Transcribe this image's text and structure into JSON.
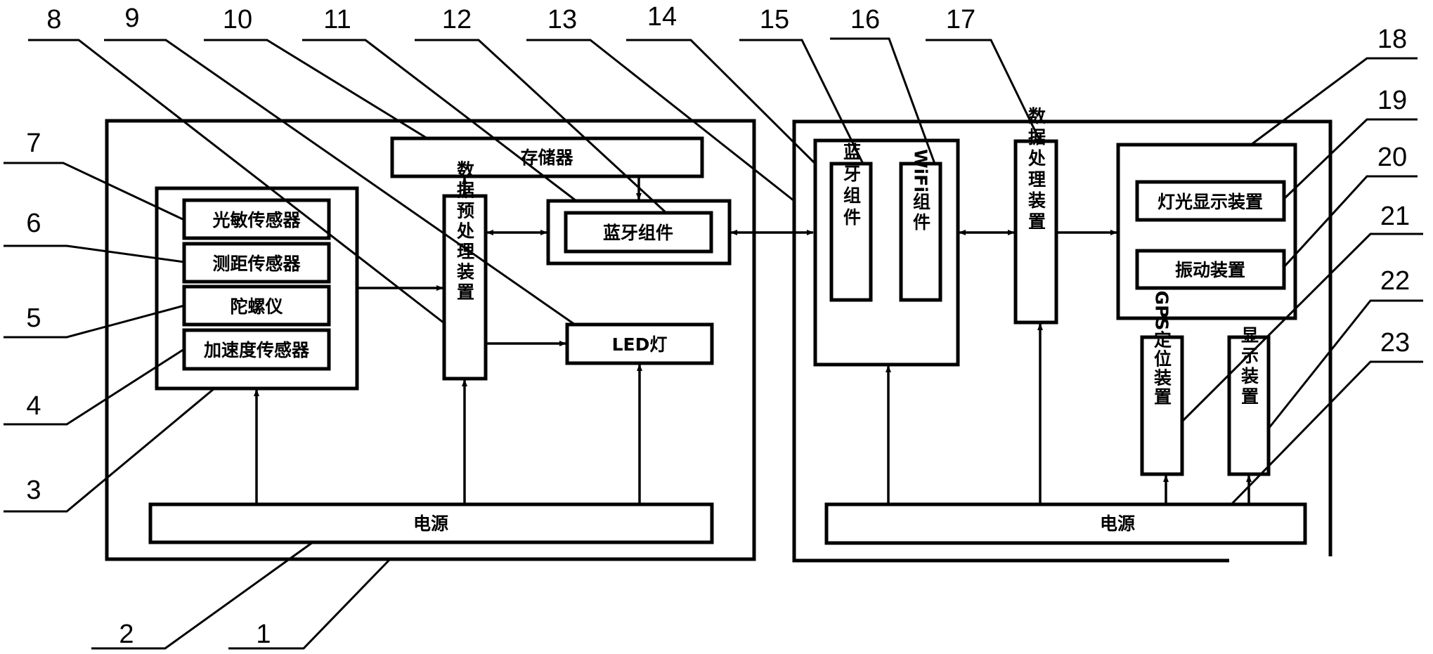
{
  "diagram": {
    "left_unit": {
      "storage": "存储器",
      "preprocessor": "数据预处理装置",
      "bluetooth": "蓝牙组件",
      "led": "LED灯",
      "power": "电源",
      "sensors": [
        "光敏传感器",
        "测距传感器",
        "陀螺仪",
        "加速度传感器"
      ]
    },
    "right_unit": {
      "bluetooth": "蓝牙组件",
      "wifi_prefix": "WiFi",
      "wifi_suffix": "组件",
      "processor": "数据处理装置",
      "light_display": "灯光显示装置",
      "vibration": "振动装置",
      "gps": "GPS定位装置",
      "gps_prefix": "GPS",
      "gps_suffix": "定位装置",
      "display": "显示装置",
      "power": "电源"
    },
    "reference_numbers": [
      "1",
      "2",
      "3",
      "4",
      "5",
      "6",
      "7",
      "8",
      "9",
      "10",
      "11",
      "12",
      "13",
      "14",
      "15",
      "16",
      "17",
      "18",
      "19",
      "20",
      "21",
      "22",
      "23"
    ]
  }
}
